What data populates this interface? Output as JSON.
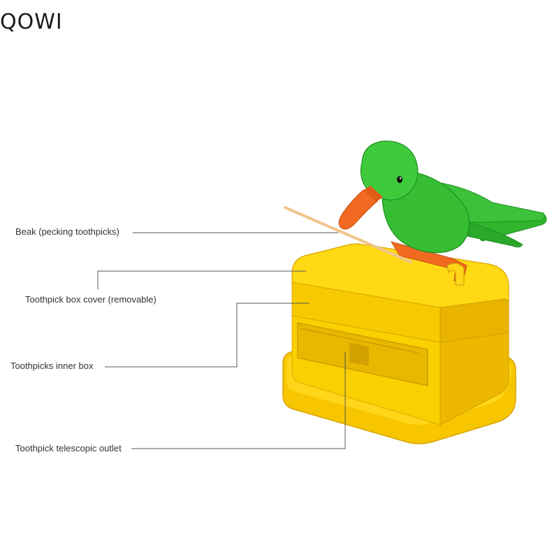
{
  "brand": {
    "text": "QOWI"
  },
  "callouts": {
    "beak": "Beak (pecking toothpicks)",
    "cover": "Toothpick box cover (removable)",
    "inner_box": "Toothpicks inner box",
    "outlet": "Toothpick telescopic outlet"
  },
  "colors": {
    "box_yellow": "#f6cc00",
    "box_shadow": "#d8a800",
    "bird_green": "#2bb32b",
    "bird_dark": "#1c8f1f",
    "beak_orange": "#f26a21",
    "toothpick": "#f0c58a",
    "leader_line": "#444444"
  }
}
